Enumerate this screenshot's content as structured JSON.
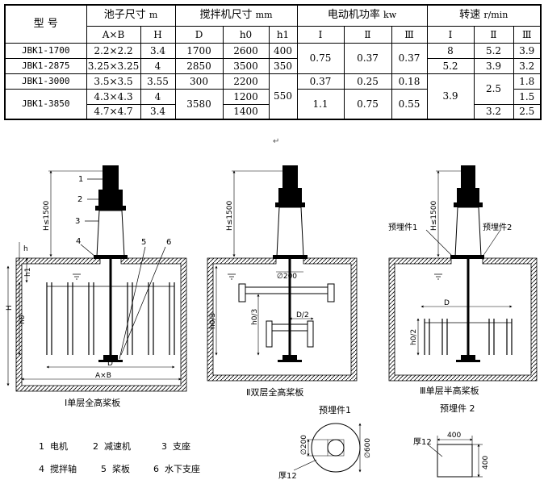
{
  "table": {
    "header1": {
      "model": "型  号",
      "pool_size": "池子尺寸",
      "pool_unit": "m",
      "mixer_size": "搅拌机尺寸",
      "mixer_unit": "mm",
      "motor_power": "电动机功率",
      "motor_unit": "kw",
      "speed": "转速",
      "speed_unit": "r/min"
    },
    "header2": [
      "A×B",
      "H",
      "D",
      "h0",
      "h1",
      "Ⅰ",
      "Ⅱ",
      "Ⅲ",
      "Ⅰ",
      "Ⅱ",
      "Ⅲ"
    ],
    "rows": [
      {
        "model": "JBK1-1700",
        "ab": "2.2×2.2",
        "h": "3.4",
        "d": "1700",
        "h0": "2600",
        "h1": "400",
        "p1": "0.75",
        "p2": "0.37",
        "p3": "0.37",
        "s1": "8",
        "s2": "5.2",
        "s3": "3.9"
      },
      {
        "model": "JBK1-2875",
        "ab": "3.25×3.25",
        "h": "4",
        "d": "2850",
        "h0": "3500",
        "h1": "350",
        "s1": "5.2",
        "s2": "3.9",
        "s3": "3.2"
      },
      {
        "model": "JBK1-3000",
        "ab": "3.5×3.5",
        "h": "3.55",
        "d": "300",
        "h0": "2200",
        "h1": "550",
        "p1": "0.37",
        "p2": "0.25",
        "p3": "0.18",
        "s1": "3.9",
        "s2": "2.5",
        "s3": "1.8"
      },
      {
        "model": "JBK1-3850",
        "ab": "4.3×4.3",
        "h": "4",
        "d": "3580",
        "h0": "1200",
        "p1": "1.1",
        "p2": "0.75",
        "p3": "0.55",
        "s3": "1.5"
      },
      {
        "ab": "4.7×4.7",
        "h": "3.4",
        "h0": "1400",
        "s2": "3.2",
        "s3": "2.5"
      }
    ]
  },
  "diagrams": {
    "d1": {
      "caption": "Ⅰ单层全高桨板",
      "labels": [
        "1",
        "2",
        "3",
        "4",
        "5",
        "6"
      ],
      "dim_h1500": "H≤1500",
      "dim_h": "H",
      "dim_h0": "h0",
      "dim_h1": "h1",
      "dim_hsmall": "h",
      "dim_ab": "A×B",
      "dim_d": "D"
    },
    "d2": {
      "caption": "Ⅱ双层全高桨板",
      "dim_h1500": "H≤1500",
      "dim_d200": "∅200",
      "dim_h03": "h0/3",
      "dim_d2": "D/2"
    },
    "d3": {
      "caption": "Ⅲ单层半高桨板",
      "dim_h1500": "H≤1500",
      "embed1": "预埋件1",
      "embed2": "预埋件2",
      "dim_d": "D",
      "dim_h02": "h0/2"
    }
  },
  "legend": [
    {
      "num": "1",
      "label": "电机"
    },
    {
      "num": "2",
      "label": "减速机"
    },
    {
      "num": "3",
      "label": "支座"
    },
    {
      "num": "4",
      "label": "搅拌轴"
    },
    {
      "num": "5",
      "label": "桨板"
    },
    {
      "num": "6",
      "label": "水下支座"
    }
  ],
  "embed_part1": {
    "title": "预埋件1",
    "d200": "∅200",
    "d600": "∅600",
    "thick": "厚12"
  },
  "embed_part2": {
    "title": "预埋件 2",
    "w": "400",
    "h": "400",
    "thick": "厚12"
  }
}
